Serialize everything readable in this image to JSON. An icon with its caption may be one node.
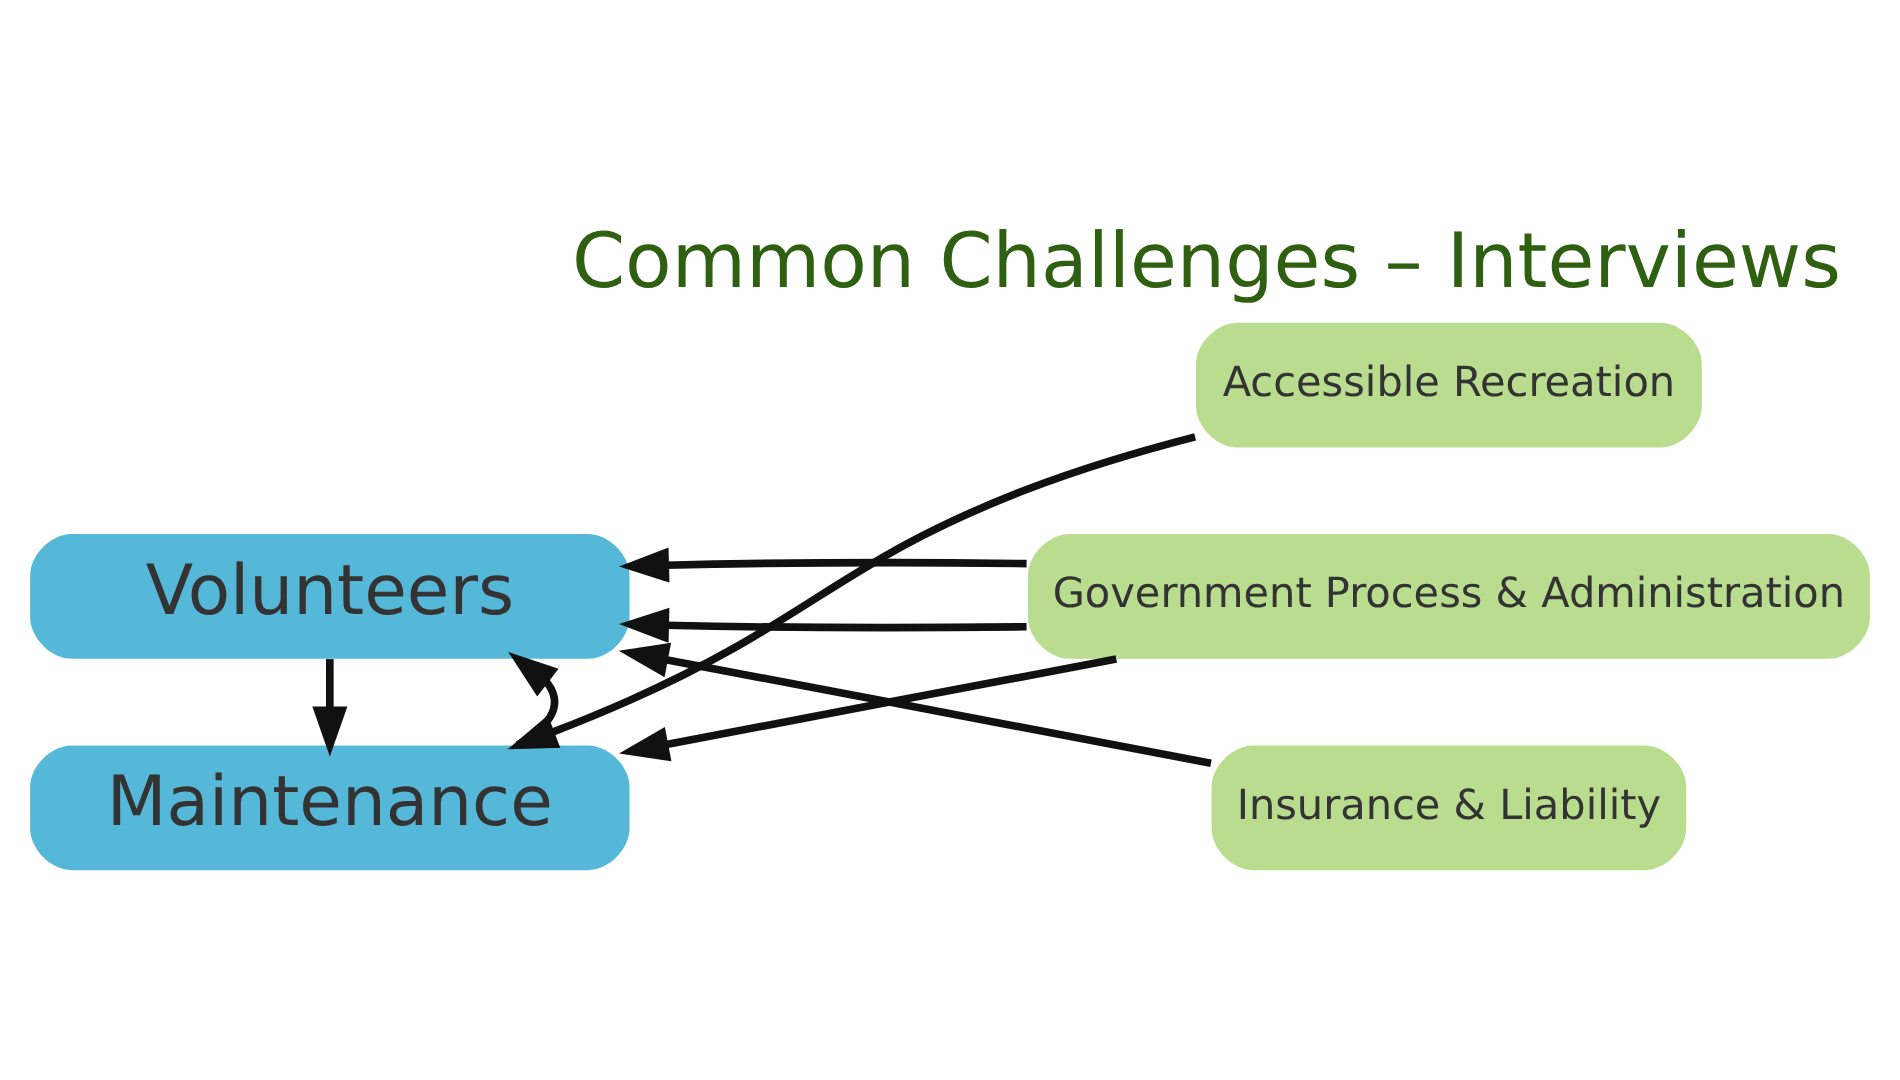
{
  "diagram": {
    "title": "Common Challenges – Interviews",
    "nodes": [
      {
        "text": [
          "Maintenance"
        ]
      },
      {
        "text": [
          "Volunteers"
        ]
      },
      {
        "text": [
          "Accessible Recreation"
        ]
      },
      {
        "text": [
          "Government Process & Administration"
        ]
      },
      {
        "text": [
          "Insurance & Liability"
        ]
      }
    ],
    "edges": [
      {
        "from": 2,
        "to": 0,
        "arrow": "to"
      },
      {
        "from": 1,
        "to": 0,
        "arrow": "to"
      },
      {
        "from": 3,
        "to": 0,
        "arrow": "to"
      },
      {
        "from": 3,
        "to": 1,
        "arrow": "to"
      },
      {
        "from": 3,
        "to": 1,
        "arrow": "to"
      },
      {
        "from": 0,
        "to": 1,
        "arrow": "to"
      },
      {
        "from": 4,
        "to": 1,
        "arrow": "to"
      }
    ]
  }
}
